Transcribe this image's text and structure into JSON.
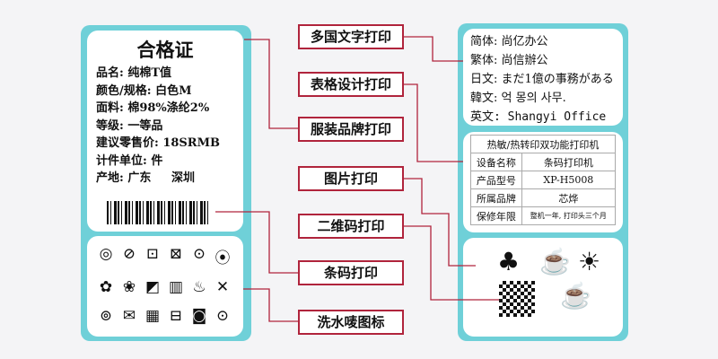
{
  "tag": {
    "title": "合格证",
    "rows": [
      "品名: 纯棉T值",
      "颜色/规格: 白色M",
      "面料: 棉98%涤纶2%",
      "等级: 一等品",
      "建议零售价: 18SRMB",
      "计件单位:    件",
      "产地: 广东     深圳"
    ]
  },
  "labels": [
    "多国文字打印",
    "表格设计打印",
    "服装品牌打印",
    "图片打印",
    "二维码打印",
    "条码打印",
    "洗水唛图标"
  ],
  "languages": [
    "简体: 尚亿办公",
    "繁体: 尚信辦公",
    "日文: まだ1億の事務がある",
    "韓文: 억 몽의 사무.",
    "英文: Shangyi Office"
  ],
  "table": {
    "header": "热敏/热转印双功能打印机",
    "rows": [
      [
        "设备名称",
        "条码打印机"
      ],
      [
        "产品型号",
        "XP-H5008"
      ],
      [
        "所属品牌",
        "芯烨"
      ],
      [
        "保修年限",
        "整机一年, 打印头三个月"
      ]
    ]
  },
  "colors": {
    "panel": "#6fd0d8",
    "accent": "#b0243c"
  }
}
